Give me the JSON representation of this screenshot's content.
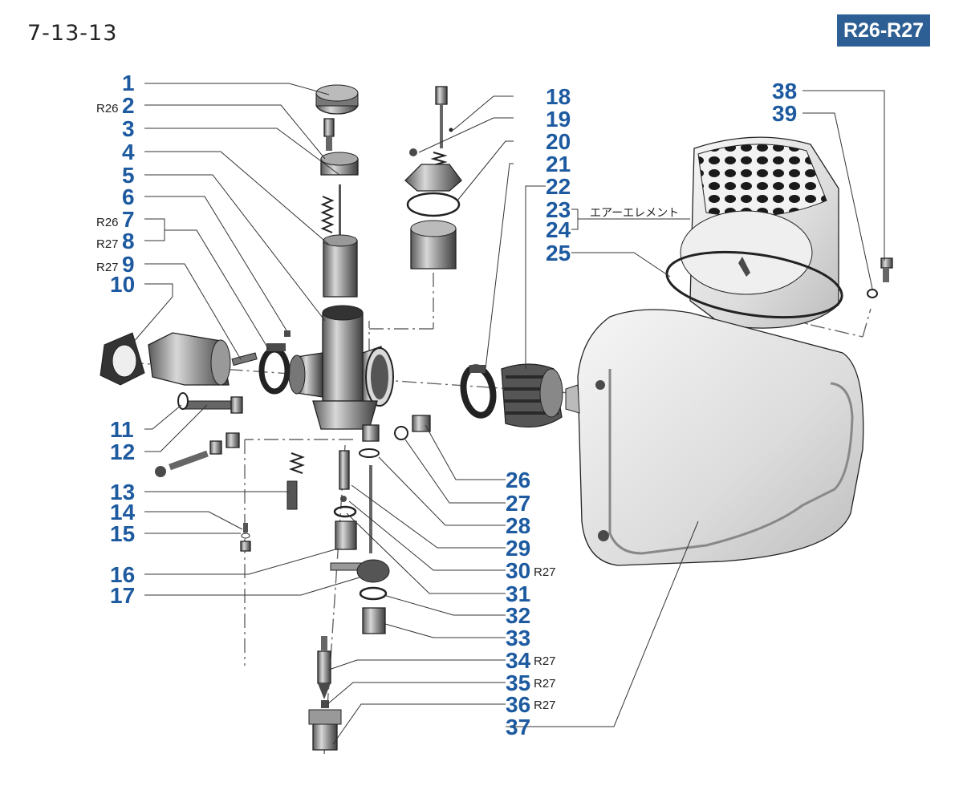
{
  "header": {
    "page_code": "7-13-13",
    "model_badge": "R26-R27"
  },
  "element_note": "エアーエレメント",
  "labels": [
    {
      "num": "1"
    },
    {
      "num": "2",
      "prefix": "R26"
    },
    {
      "num": "3"
    },
    {
      "num": "4"
    },
    {
      "num": "5"
    },
    {
      "num": "6"
    },
    {
      "num": "7",
      "prefix": "R26"
    },
    {
      "num": "8",
      "prefix": "R27"
    },
    {
      "num": "9",
      "prefix": "R27"
    },
    {
      "num": "10"
    },
    {
      "num": "11"
    },
    {
      "num": "12"
    },
    {
      "num": "13"
    },
    {
      "num": "14"
    },
    {
      "num": "15"
    },
    {
      "num": "16"
    },
    {
      "num": "17"
    },
    {
      "num": "18"
    },
    {
      "num": "19"
    },
    {
      "num": "20"
    },
    {
      "num": "21"
    },
    {
      "num": "22"
    },
    {
      "num": "23"
    },
    {
      "num": "24"
    },
    {
      "num": "25"
    },
    {
      "num": "26"
    },
    {
      "num": "27"
    },
    {
      "num": "28"
    },
    {
      "num": "29"
    },
    {
      "num": "30",
      "suffix": "R27"
    },
    {
      "num": "31"
    },
    {
      "num": "32"
    },
    {
      "num": "33"
    },
    {
      "num": "34",
      "suffix": "R27"
    },
    {
      "num": "35",
      "suffix": "R27"
    },
    {
      "num": "36",
      "suffix": "R27"
    },
    {
      "num": "37"
    },
    {
      "num": "38"
    },
    {
      "num": "39"
    }
  ]
}
